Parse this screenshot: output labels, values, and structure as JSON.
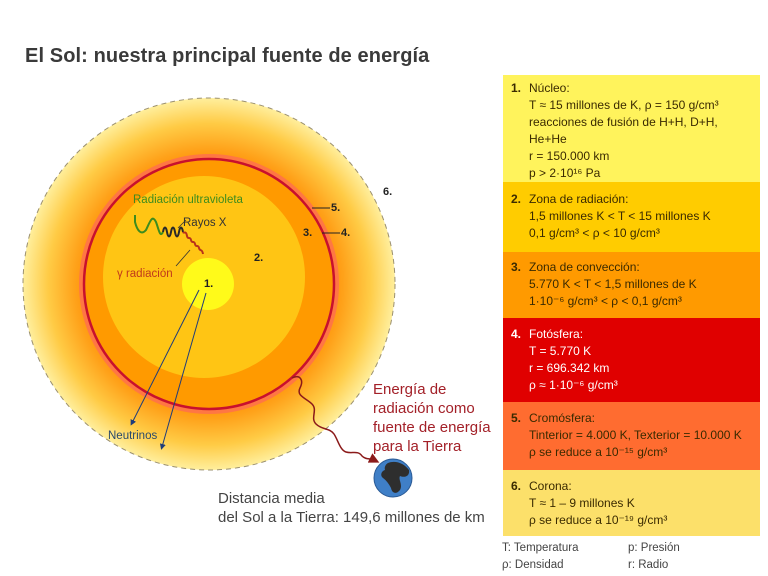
{
  "title": "El Sol: nuestra principal fuente de energía",
  "diagram": {
    "labels": {
      "uv": "Radiación ultravioleta",
      "xray": "Rayos X",
      "gamma": "γ radiación",
      "neutrinos": "Neutrinos"
    },
    "layer_numbers": [
      "1.",
      "2.",
      "3.",
      "4.",
      "5.",
      "6."
    ],
    "energy_text": [
      "Energía de",
      "radiación como",
      "fuente de energía",
      "para la Tierra"
    ],
    "distance_text": [
      "Distancia media",
      "del Sol a la Tierra: 149,6 millones de km"
    ],
    "icons": {
      "earth": "earth-globe-icon"
    }
  },
  "layers": [
    {
      "number": "1.",
      "name": "Núcleo:",
      "color": "#FFF35C",
      "lines": [
        "T ≈ 15 millones de K, ρ = 150 g/cm³",
        "reacciones de fusión de H+H, D+H,",
        "He+He",
        "r = 150.000 km",
        "p > 2·10¹⁶ Pa"
      ]
    },
    {
      "number": "2.",
      "name": "Zona de radiación:",
      "color": "#FFCC00",
      "lines": [
        "1,5 millones K < T < 15 millones K",
        "0,1 g/cm³ < ρ < 10 g/cm³"
      ]
    },
    {
      "number": "3.",
      "name": "Zona de convección:",
      "color": "#FF9A00",
      "lines": [
        "5.770 K < T < 1,5 millones de K",
        "1·10⁻⁶ g/cm³ < ρ < 0,1 g/cm³"
      ]
    },
    {
      "number": "4.",
      "name": "Fotósfera:",
      "color": "#E00000",
      "lines": [
        "T = 5.770 K",
        "r = 696.342 km",
        "ρ ≈ 1·10⁻⁶ g/cm³"
      ]
    },
    {
      "number": "5.",
      "name": "Cromósfera:",
      "color": "#FF6C30",
      "lines": [
        "Tinterior = 4.000 K, Texterior = 10.000 K",
        "ρ se reduce a 10⁻¹⁵ g/cm³"
      ]
    },
    {
      "number": "6.",
      "name": "Corona:",
      "color": "#FCE06A",
      "lines": [
        "T ≈ 1 – 9 millones K",
        "ρ se reduce a 10⁻¹⁹ g/cm³"
      ]
    }
  ],
  "legend": {
    "T": "T: Temperatura",
    "rho": "ρ: Densidad",
    "p": "p: Presión",
    "r": "r: Radio"
  }
}
